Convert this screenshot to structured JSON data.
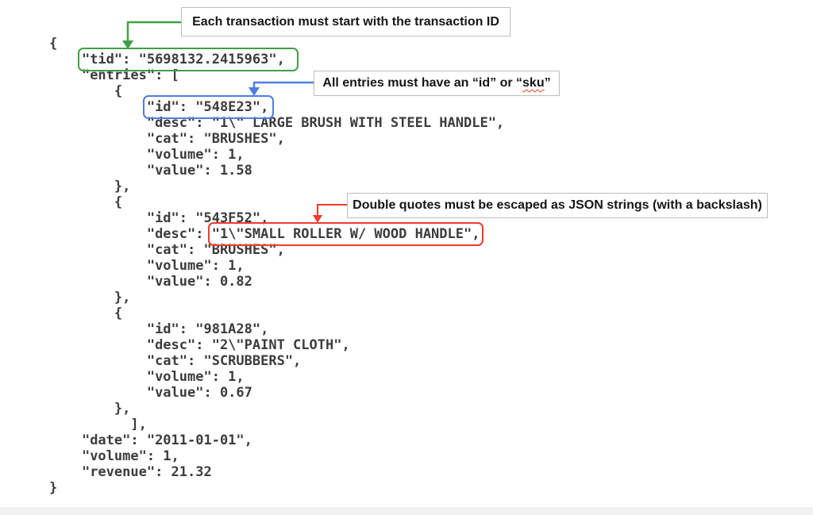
{
  "colors": {
    "green": "#3FA044",
    "blue": "#4D7FE3",
    "red": "#EF3B2D",
    "callout_border": "#BDBDBD",
    "code_text": "#3C3C3C",
    "band": "#F1F1F1"
  },
  "callouts": [
    {
      "text": "Each transaction must start with the transaction ID"
    },
    {
      "text_before": "All entries must have an “id” or “",
      "squiggle_word": "sku",
      "text_after": "”"
    },
    {
      "text": "Double quotes must be escaped as JSON strings (with a backslash)"
    }
  ],
  "code": {
    "lines": [
      {
        "indent": 0,
        "segments": [
          {
            "t": "{"
          }
        ]
      },
      {
        "indent": 4,
        "segments": [
          {
            "t": "\"tid\": \"5698132.2415963\",",
            "box": "green"
          }
        ]
      },
      {
        "indent": 4,
        "segments": [
          {
            "t": "\"entries\": ["
          }
        ]
      },
      {
        "indent": 8,
        "segments": [
          {
            "t": "{"
          }
        ]
      },
      {
        "indent": 12,
        "segments": [
          {
            "t": "\"id\": \"548E23\",",
            "box": "blue"
          }
        ]
      },
      {
        "indent": 12,
        "segments": [
          {
            "t": "\"desc\": \"1\\\" LARGE BRUSH WITH STEEL HANDLE\","
          }
        ]
      },
      {
        "indent": 12,
        "segments": [
          {
            "t": "\"cat\": \"BRUSHES\","
          }
        ]
      },
      {
        "indent": 12,
        "segments": [
          {
            "t": "\"volume\": 1,"
          }
        ]
      },
      {
        "indent": 12,
        "segments": [
          {
            "t": "\"value\": 1.58"
          }
        ]
      },
      {
        "indent": 8,
        "segments": [
          {
            "t": "},"
          }
        ]
      },
      {
        "indent": 8,
        "segments": [
          {
            "t": "{"
          }
        ]
      },
      {
        "indent": 12,
        "segments": [
          {
            "t": "\"id\": \"543F52\","
          }
        ]
      },
      {
        "indent": 12,
        "segments": [
          {
            "t": "\"desc\": "
          },
          {
            "t": "\"1\\\"SMALL ROLLER W/ WOOD HANDLE\",",
            "box": "red"
          }
        ]
      },
      {
        "indent": 12,
        "segments": [
          {
            "t": "\"cat\": \"BRUSHES\","
          }
        ]
      },
      {
        "indent": 12,
        "segments": [
          {
            "t": "\"volume\": 1,"
          }
        ]
      },
      {
        "indent": 12,
        "segments": [
          {
            "t": "\"value\": 0.82"
          }
        ]
      },
      {
        "indent": 8,
        "segments": [
          {
            "t": "},"
          }
        ]
      },
      {
        "indent": 8,
        "segments": [
          {
            "t": "{"
          }
        ]
      },
      {
        "indent": 12,
        "segments": [
          {
            "t": "\"id\": \"981A28\","
          }
        ]
      },
      {
        "indent": 12,
        "segments": [
          {
            "t": "\"desc\": \"2\\\"PAINT CLOTH\","
          }
        ]
      },
      {
        "indent": 12,
        "segments": [
          {
            "t": "\"cat\": \"SCRUBBERS\","
          }
        ]
      },
      {
        "indent": 12,
        "segments": [
          {
            "t": "\"volume\": 1,"
          }
        ]
      },
      {
        "indent": 12,
        "segments": [
          {
            "t": "\"value\": 0.67"
          }
        ]
      },
      {
        "indent": 8,
        "segments": [
          {
            "t": "},"
          }
        ]
      },
      {
        "indent": 10,
        "segments": [
          {
            "t": "],"
          }
        ]
      },
      {
        "indent": 4,
        "segments": [
          {
            "t": "\"date\": \"2011-01-01\","
          }
        ]
      },
      {
        "indent": 4,
        "segments": [
          {
            "t": "\"volume\": 1,"
          }
        ]
      },
      {
        "indent": 4,
        "segments": [
          {
            "t": "\"revenue\": 21.32"
          }
        ]
      },
      {
        "indent": 0,
        "segments": [
          {
            "t": "}"
          }
        ]
      }
    ]
  }
}
